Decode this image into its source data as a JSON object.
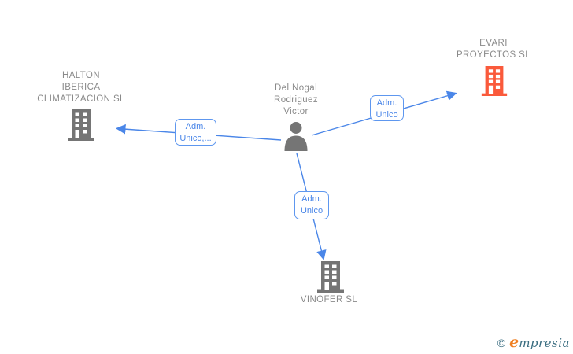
{
  "nodes": {
    "person": {
      "lines": [
        "Del Nogal",
        "Rodriguez",
        "Victor"
      ]
    },
    "halton": {
      "lines": [
        "HALTON",
        "IBERICA",
        "CLIMATIZACION SL"
      ]
    },
    "evari": {
      "lines": [
        "EVARI",
        "PROYECTOS SL"
      ]
    },
    "vinofer": {
      "lines": [
        "VINOFER SL"
      ]
    }
  },
  "edges": {
    "to_halton": {
      "lines": [
        "Adm.",
        "Unico,..."
      ]
    },
    "to_evari": {
      "lines": [
        "Adm.",
        "Unico"
      ]
    },
    "to_vinofer": {
      "lines": [
        "Adm.",
        "Unico"
      ]
    }
  },
  "footer": {
    "copyright_symbol": "©",
    "brand_initial": "e",
    "brand_rest": "mpresia"
  },
  "colors": {
    "edge_blue": "#4a86e8",
    "box_border_blue": "#5e97ef",
    "node_gray": "#757575",
    "text_gray": "#8a8a8a",
    "accent_orange": "#fa5a3b",
    "logo_orange": "#ef7f22",
    "logo_teal": "#3a6d80"
  }
}
